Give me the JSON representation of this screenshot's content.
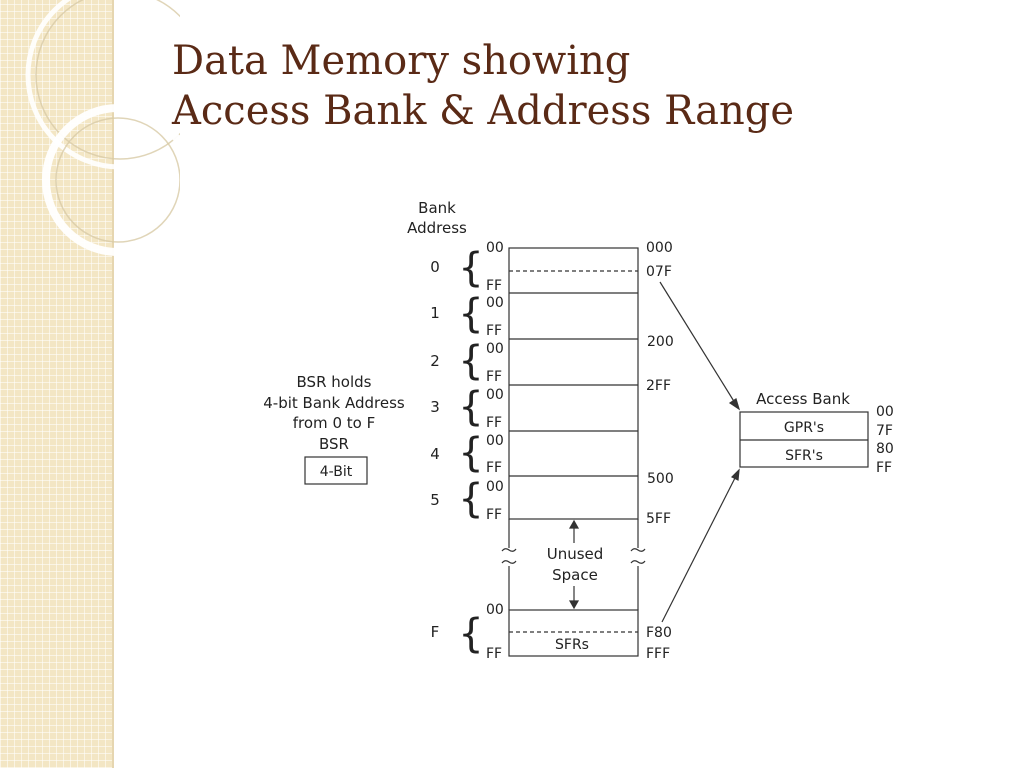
{
  "slide": {
    "title_line1": "Data Memory showing",
    "title_line2": "Access Bank & Address Range"
  },
  "colors": {
    "title": "#5a2a16",
    "sidebar": "#f3e6c4",
    "line": "#333333"
  },
  "memory_map": {
    "header_line1": "Bank",
    "header_line2": "Address",
    "banks": [
      {
        "id": "0",
        "start": "00",
        "end": "FF",
        "addr_top": "000",
        "addr_mid": "07F"
      },
      {
        "id": "1",
        "start": "00",
        "end": "FF"
      },
      {
        "id": "2",
        "start": "00",
        "end": "FF",
        "addr_top": "200",
        "addr_bottom": "2FF"
      },
      {
        "id": "3",
        "start": "00",
        "end": "FF"
      },
      {
        "id": "4",
        "start": "00",
        "end": "FF"
      },
      {
        "id": "5",
        "start": "00",
        "end": "FF",
        "addr_top": "500",
        "addr_bottom": "5FF"
      },
      {
        "id": "F",
        "start": "00",
        "end": "FF",
        "addr_mid": "F80",
        "addr_bottom": "FFF",
        "region_label": "SFRs"
      }
    ],
    "unused_line1": "Unused",
    "unused_line2": "Space"
  },
  "bsr": {
    "line1": "BSR holds",
    "line2": "4-bit Bank Address",
    "line3": "from 0 to F",
    "line4": "BSR",
    "box_label": "4-Bit"
  },
  "access_bank": {
    "title": "Access Bank",
    "rows": [
      {
        "label": "GPR's",
        "start": "00",
        "end": "7F"
      },
      {
        "label": "SFR's",
        "start": "80",
        "end": "FF"
      }
    ]
  }
}
